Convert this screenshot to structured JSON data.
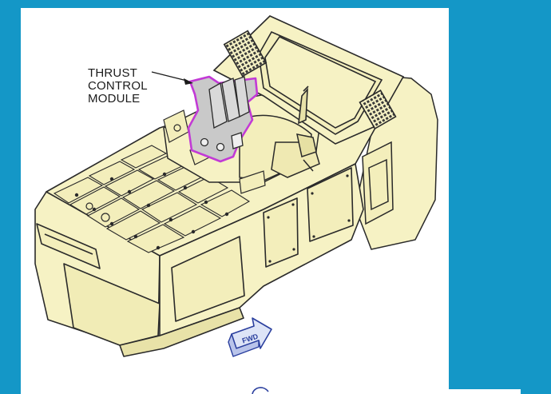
{
  "callout": {
    "lines": [
      "THRUST",
      "CONTROL",
      "MODULE"
    ]
  },
  "direction_arrow": {
    "label": "FWD"
  },
  "colors": {
    "background": "#1497c7",
    "panel": "#ffffff",
    "console_fill": "#f6f2c4",
    "outline": "#2a2a2a",
    "highlight": "#c23ad6",
    "highlight_fill": "#c9c9c9",
    "arrow_fill": "#dde4f7",
    "arrow_stroke": "#2a3f9e"
  }
}
